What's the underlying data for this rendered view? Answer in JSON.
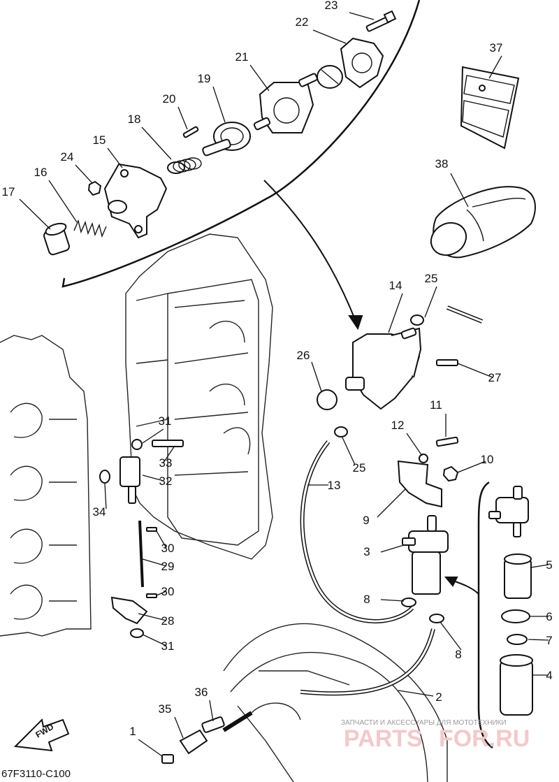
{
  "diagram": {
    "code": "67F3110-C100",
    "fwd_label": "FWD",
    "watermark": {
      "small": "ЗАПЧАСТИ И АКСЕССУАРЫ ДЛЯ МОТОТЕХНИКИ",
      "brand_left": "PARTS",
      "brand_right": "FOR.RU"
    },
    "callouts": [
      "1",
      "2",
      "3",
      "4",
      "5",
      "6",
      "7",
      "8",
      "8",
      "9",
      "10",
      "11",
      "12",
      "13",
      "14",
      "15",
      "16",
      "17",
      "18",
      "19",
      "20",
      "21",
      "22",
      "23",
      "24",
      "25",
      "25",
      "26",
      "27",
      "28",
      "29",
      "30",
      "30",
      "31",
      "31",
      "32",
      "33",
      "34",
      "35",
      "36",
      "37",
      "38"
    ]
  }
}
